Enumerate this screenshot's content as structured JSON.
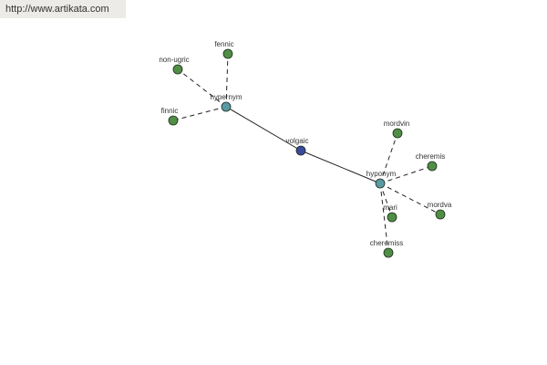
{
  "header": {
    "url": "http://www.artikata.com"
  },
  "colors": {
    "center": "#3a4a9a",
    "relation": "#5a9aa2",
    "leaf": "#4f8f44"
  },
  "graph": {
    "center": {
      "id": "center",
      "label": "volgaic"
    },
    "hubs": [
      {
        "id": "hypernym",
        "label": "hypernym"
      },
      {
        "id": "hyponym",
        "label": "hyponym"
      }
    ],
    "leaves": [
      {
        "id": "fennic",
        "hub": "hypernym",
        "label": "fennic"
      },
      {
        "id": "non-ugric",
        "hub": "hypernym",
        "label": "non-ugric"
      },
      {
        "id": "finnic",
        "hub": "hypernym",
        "label": "finnic"
      },
      {
        "id": "mordvin",
        "hub": "hyponym",
        "label": "mordvin"
      },
      {
        "id": "cheremis",
        "hub": "hyponym",
        "label": "cheremis"
      },
      {
        "id": "mordva",
        "hub": "hyponym",
        "label": "mordva"
      },
      {
        "id": "mari",
        "hub": "hyponym",
        "label": "mari"
      },
      {
        "id": "cheremiss",
        "hub": "hyponym",
        "label": "cheremiss"
      }
    ]
  }
}
